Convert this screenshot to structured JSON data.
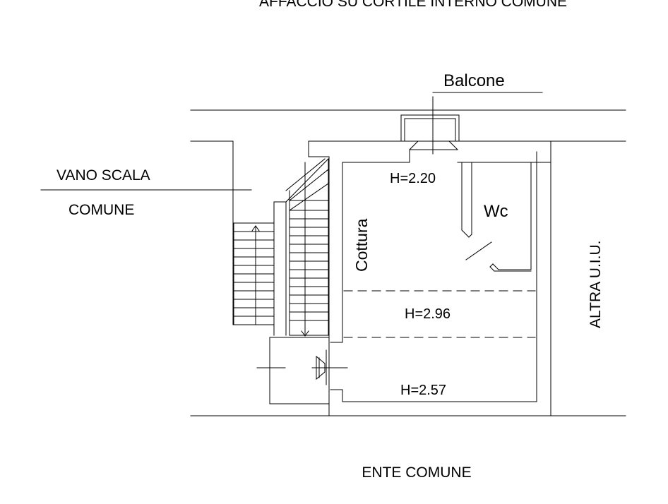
{
  "labels": {
    "top_heading": "AFFACCIO SU CORTILE INTERNO COMUNE",
    "balcone": "Balcone",
    "vano_scala": "VANO SCALA",
    "comune": "COMUNE",
    "h_balcone": "H=2.20",
    "wc": "Wc",
    "cottura": "Cottura",
    "altra_uiu": "ALTRA U.I.U.",
    "h_middle": "H=2.96",
    "h_bottom": "H=2.57",
    "ente_comune": "ENTE COMUNE"
  },
  "colors": {
    "line": "#000000",
    "background": "#ffffff"
  }
}
